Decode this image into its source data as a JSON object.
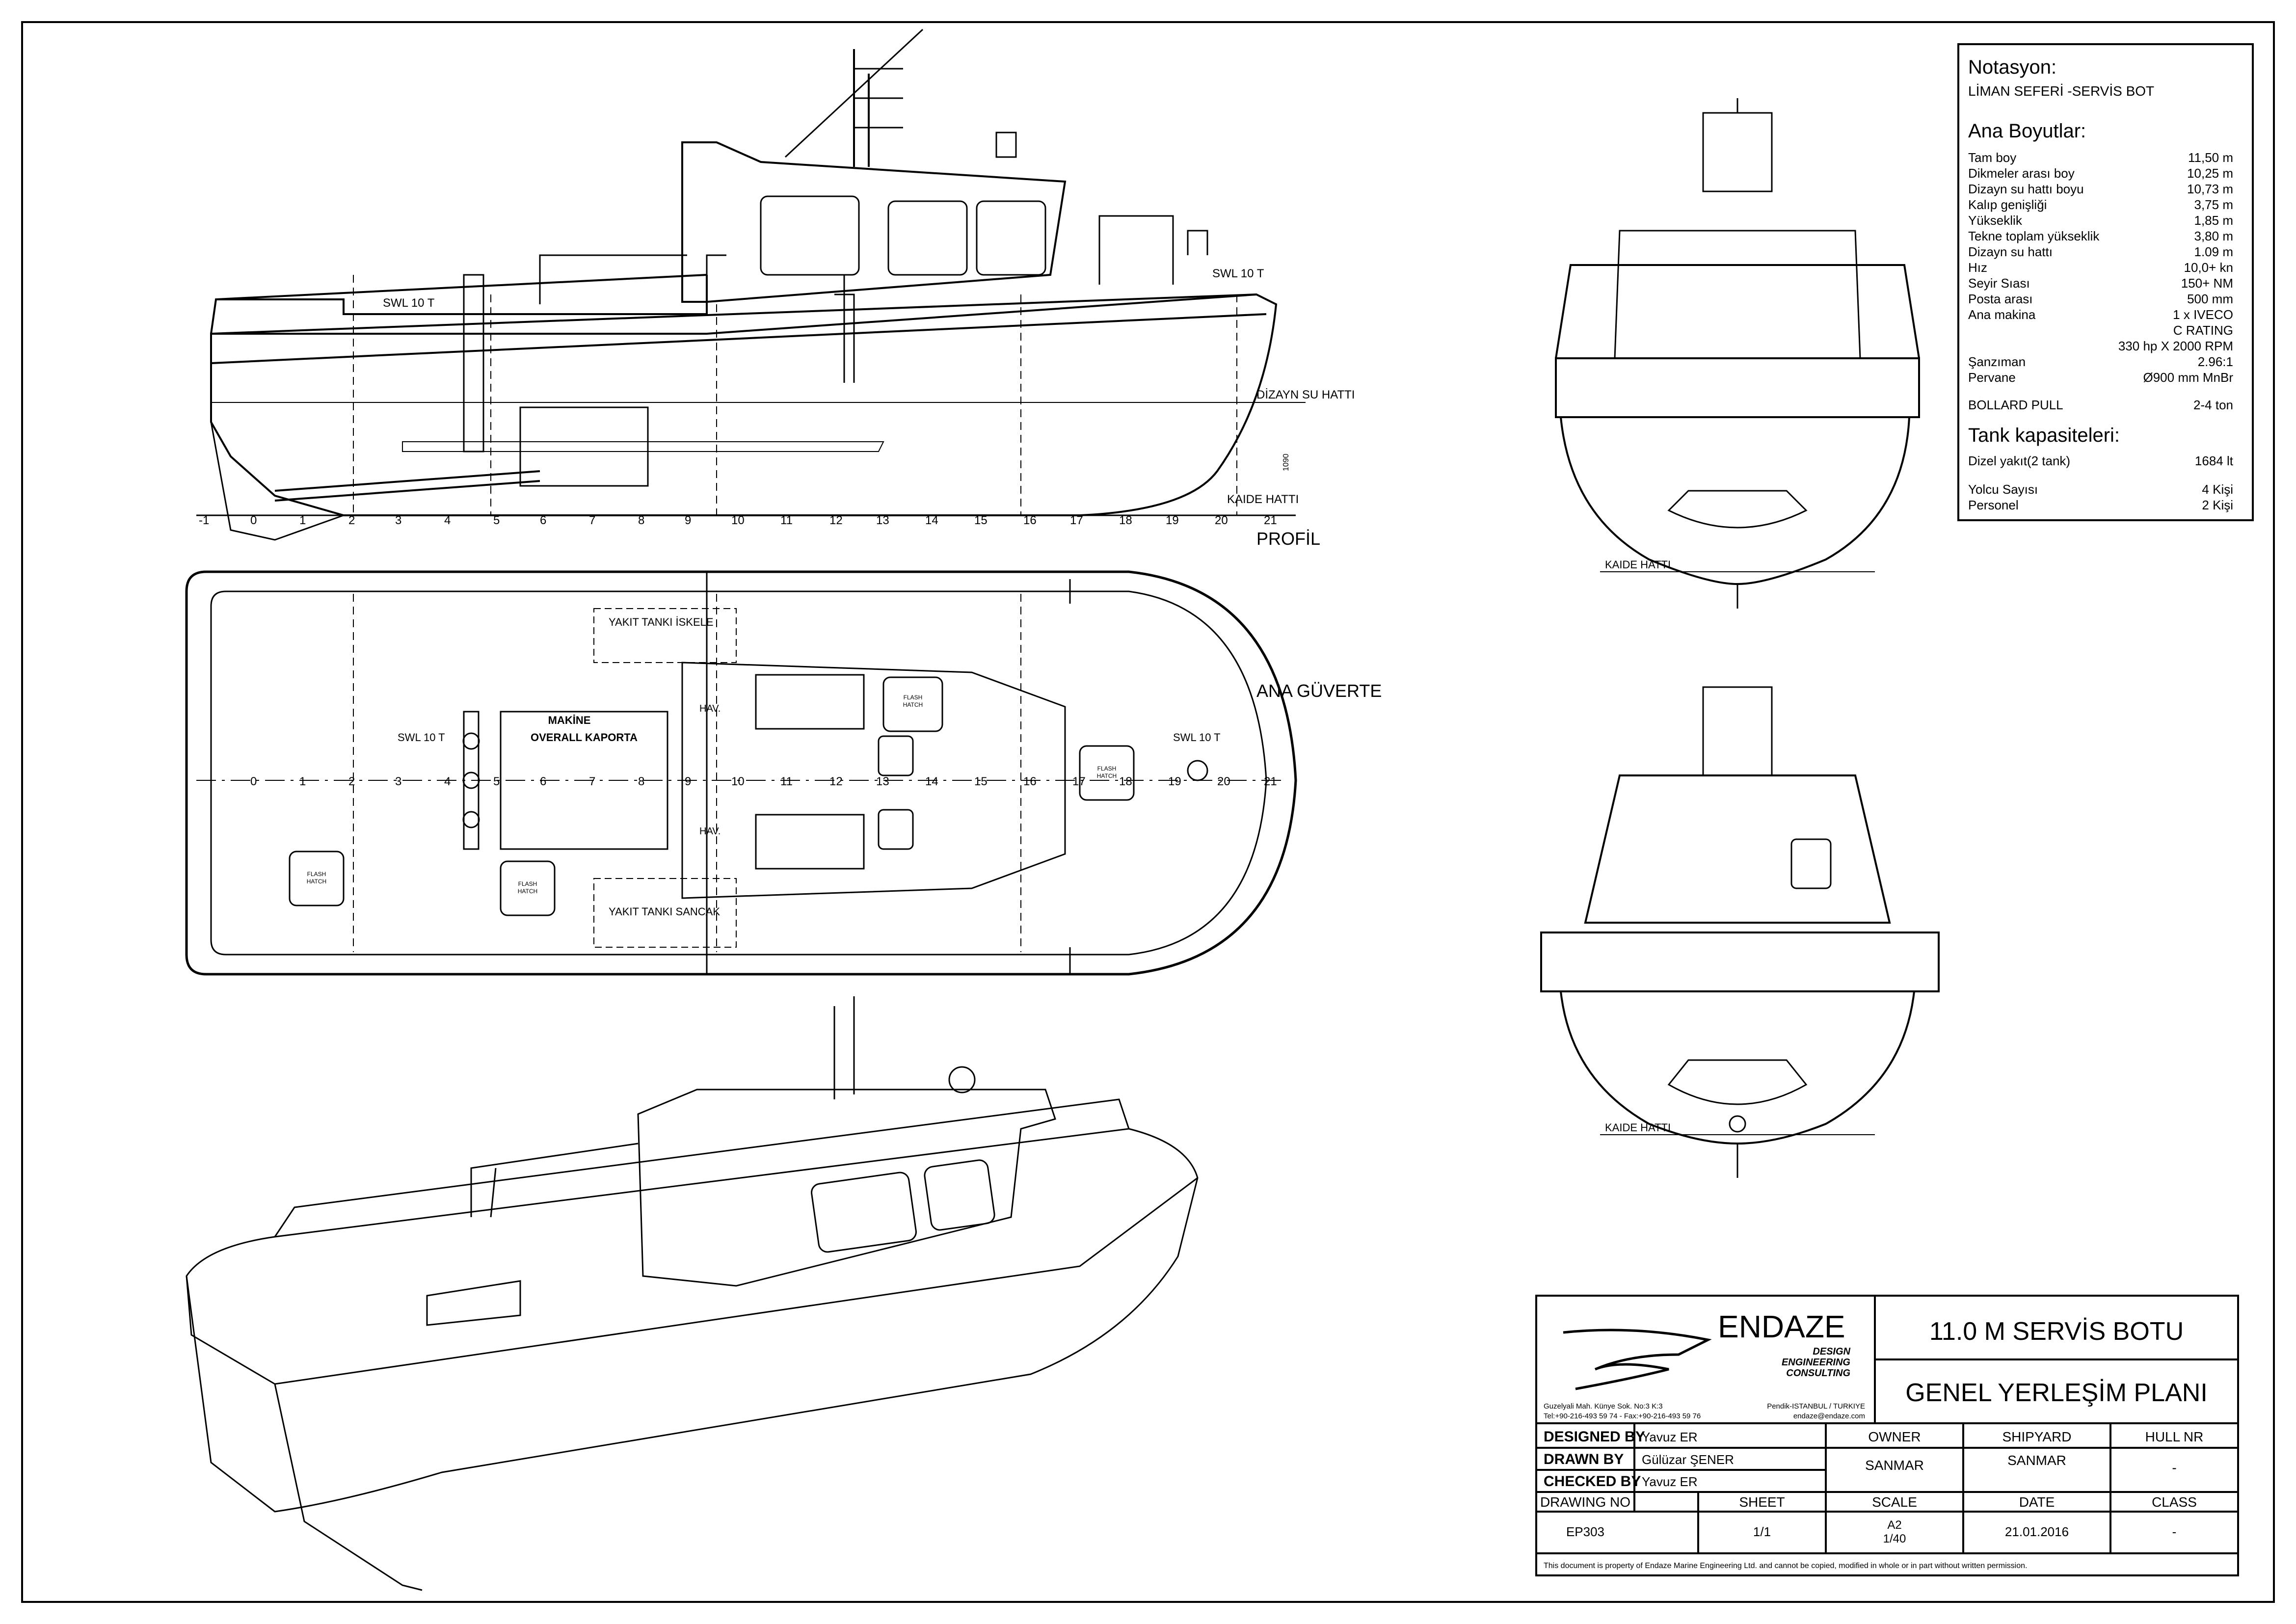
{
  "notation": {
    "heading": "Notasyon:",
    "subtitle": "LİMAN SEFERİ -SERVİS BOT",
    "dims_heading": "Ana Boyutlar:",
    "dims": [
      {
        "label": "Tam boy",
        "value": "11,50 m"
      },
      {
        "label": "Dikmeler arası boy",
        "value": "10,25 m"
      },
      {
        "label": "Dizayn su hattı boyu",
        "value": "10,73 m"
      },
      {
        "label": "Kalıp genişliği",
        "value": "3,75 m"
      },
      {
        "label": "Yükseklik",
        "value": "1,85 m"
      },
      {
        "label": "Tekne toplam yükseklik",
        "value": "3,80 m"
      },
      {
        "label": "Dizayn su hattı",
        "value": "1.09 m"
      },
      {
        "label": "Hız",
        "value": "10,0+ kn"
      },
      {
        "label": "Seyir Sıası",
        "value": "150+ NM"
      },
      {
        "label": "Posta arası",
        "value": "500 mm"
      },
      {
        "label": "Ana makina",
        "value": "1 x IVECO"
      },
      {
        "label": "",
        "value": "C RATING"
      },
      {
        "label": "",
        "value": "330 hp X 2000 RPM"
      },
      {
        "label": "Şanzıman",
        "value": "2.96:1"
      },
      {
        "label": "Pervane",
        "value": "Ø900 mm MnBr"
      }
    ],
    "bollard_label": "BOLLARD PULL",
    "bollard_value": "2-4 ton",
    "tank_heading": "Tank kapasiteleri:",
    "tank_label": "Dizel yakıt(2 tank)",
    "tank_value": "1684 lt",
    "passenger_label": "Yolcu Sayısı",
    "passenger_value": "4 Kişi",
    "crew_label": "Personel",
    "crew_value": "2 Kişi"
  },
  "profile": {
    "title": "PROFİL",
    "waterline": "DİZAYN SU HATTI",
    "baseline": "KAIDE HATTI",
    "swl_aft": "SWL 10 T",
    "swl_fwd": "SWL 10 T",
    "height_dim": "1090",
    "frame_labels": [
      "-1",
      "0",
      "1",
      "2",
      "3",
      "4",
      "5",
      "6",
      "7",
      "8",
      "9",
      "10",
      "11",
      "12",
      "13",
      "14",
      "15",
      "16",
      "17",
      "18",
      "19",
      "20",
      "21"
    ]
  },
  "plan": {
    "title": "ANA GÜVERTE",
    "fuel_port": "YAKIT TANKI İSKELE",
    "fuel_stbd": "YAKIT TANKI SANCAK",
    "engine_line1": "MAKİNE",
    "engine_line2": "OVERALL KAPORTA",
    "hav1": "HAV.",
    "hav2": "HAV.",
    "swl_aft": "SWL 10 T",
    "swl_fwd": "SWL 10 T",
    "hatch_line1": "FLASH",
    "hatch_line2": "HATCH",
    "frame_labels": [
      "0",
      "1",
      "2",
      "3",
      "4",
      "5",
      "6",
      "7",
      "8",
      "9",
      "10",
      "11",
      "12",
      "13",
      "14",
      "15",
      "16",
      "17",
      "18",
      "19",
      "20",
      "21"
    ]
  },
  "front_view": {
    "baseline": "KAIDE HATTI"
  },
  "rear_view": {
    "baseline": "KAIDE HATTI"
  },
  "title_block": {
    "company": "ENDAZE",
    "company_sub1": "DESIGN",
    "company_sub2": "ENGINEERING",
    "company_sub3": "CONSULTING",
    "address_left1": "Guzelyali Mah. Künye Sok. No:3 K:3",
    "address_left2": "Tel:+90-216-493 59 74 - Fax:+90-216-493 59 76",
    "address_right1": "Pendik-ISTANBUL / TURKIYE",
    "address_right2": "endaze@endaze.com",
    "project_title": "11.0 M SERVİS BOTU",
    "drawing_title": "GENEL YERLEŞİM PLANI",
    "designed_by_label": "DESIGNED BY",
    "designed_by": "Yavuz ER",
    "drawn_by_label": "DRAWN BY",
    "drawn_by": "Gülüzar ŞENER",
    "checked_by_label": "CHECKED BY",
    "checked_by": "Yavuz ER",
    "owner_label": "OWNER",
    "owner": "SANMAR",
    "shipyard_label": "SHIPYARD",
    "shipyard": "SANMAR",
    "hull_label": "HULL NR",
    "hull": "-",
    "drawing_no_label": "DRAWING NO",
    "drawing_no": "EP303",
    "sheet_label": "SHEET",
    "sheet": "1/1",
    "scale_label": "SCALE",
    "scale_paper": "A2",
    "scale": "1/40",
    "date_label": "DATE",
    "date": "21.01.2016",
    "class_label": "CLASS",
    "class": "-",
    "disclaimer": "This document is property of  Endaze Marine Engineering Ltd. and cannot be copied, modified in whole or in part without written permission."
  }
}
